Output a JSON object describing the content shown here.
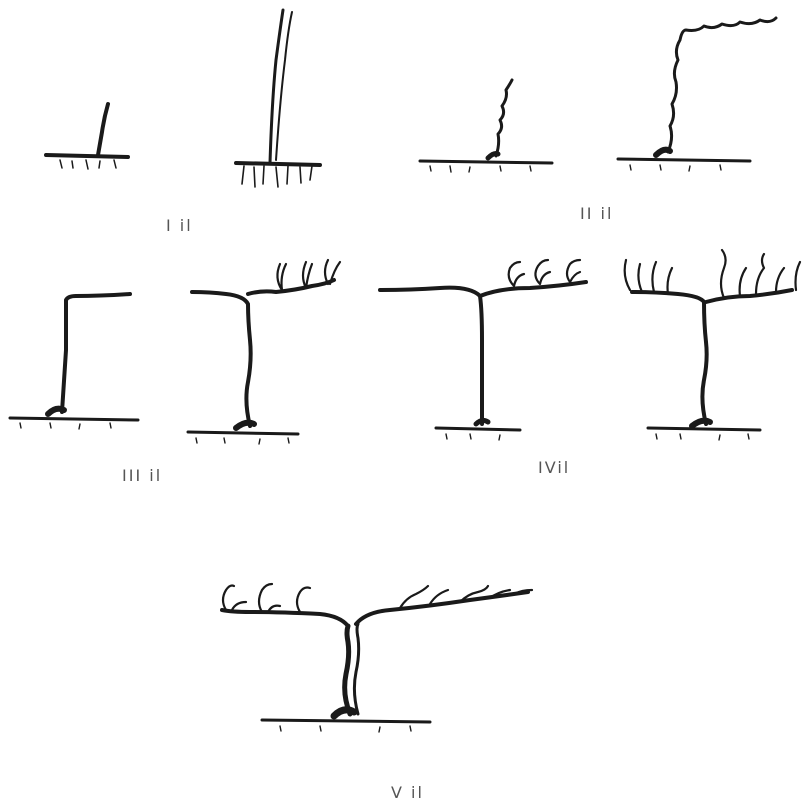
{
  "diagram": {
    "labels": {
      "year1": "I il",
      "year2": "II il",
      "year3": "III il",
      "year4": "IVil",
      "year5": "V il"
    },
    "colors": {
      "ink": "#1a1a1a",
      "label": "#555555",
      "background": "#ffffff"
    }
  }
}
